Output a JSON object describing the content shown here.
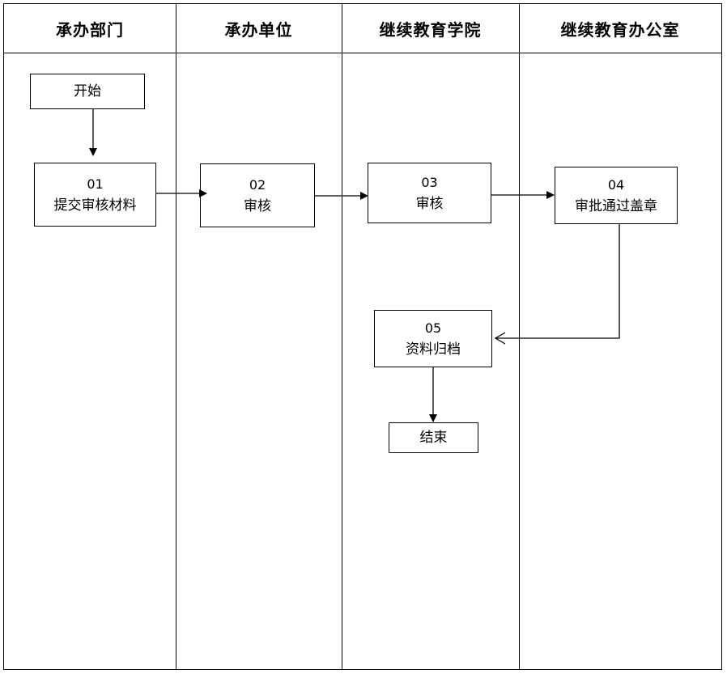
{
  "lanes": [
    {
      "label": "承办部门"
    },
    {
      "label": "承办单位"
    },
    {
      "label": "继续教育学院"
    },
    {
      "label": "继续教育办公室"
    }
  ],
  "nodes": {
    "start": {
      "label": "开始"
    },
    "step01": {
      "number": "01",
      "label": "提交审核材料"
    },
    "step02": {
      "number": "02",
      "label": "审核"
    },
    "step03": {
      "number": "03",
      "label": "审核"
    },
    "step04": {
      "number": "04",
      "label": "审批通过盖章"
    },
    "step05": {
      "number": "05",
      "label": "资料归档"
    },
    "end": {
      "label": "结束"
    }
  },
  "colors": {
    "line": "#000000",
    "background": "#ffffff"
  }
}
